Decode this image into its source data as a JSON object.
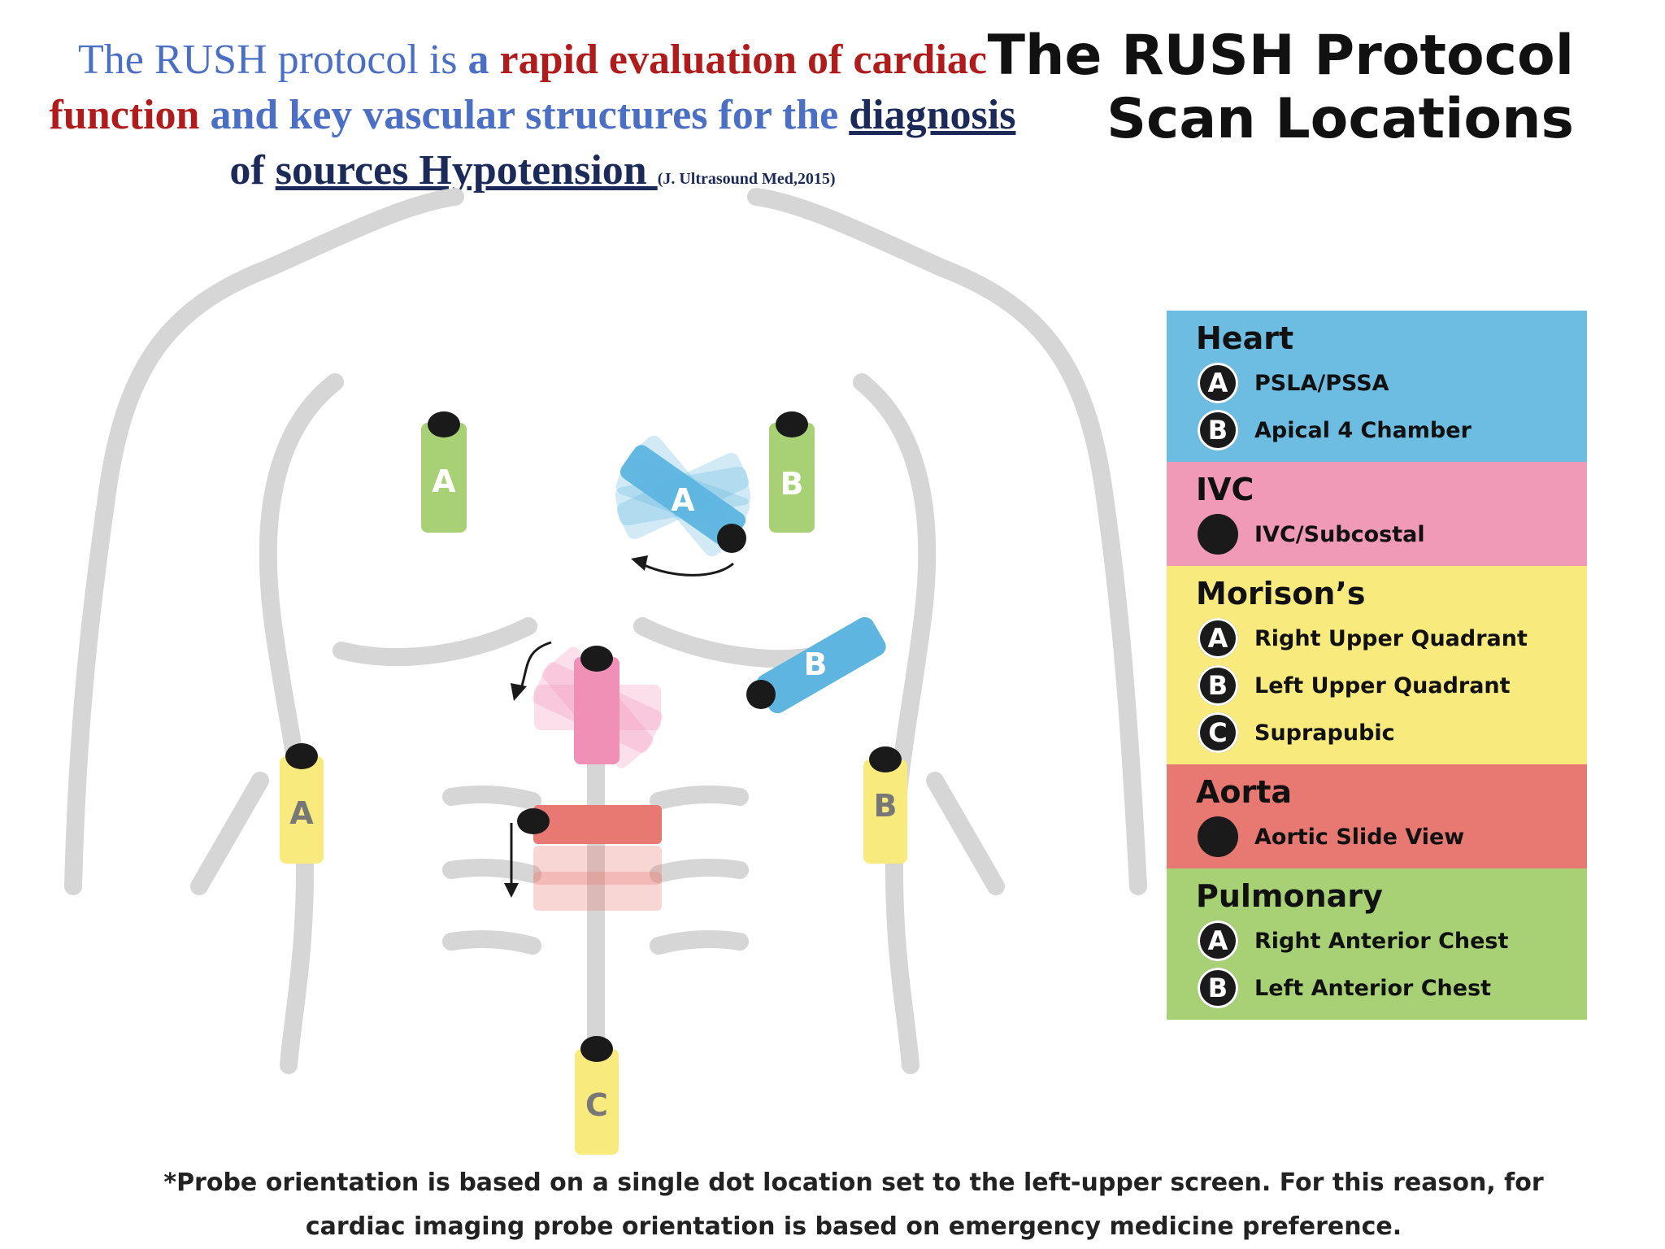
{
  "intro": {
    "part1": "The RUSH protocol is ",
    "part2": "a ",
    "part3": "rapid evaluation of cardiac function",
    "part4": " and key vascular structures for the ",
    "part5": "diagnosis",
    "part6": " of ",
    "part7": "sources Hypotension ",
    "citation": "(J. Ultrasound Med,2015)"
  },
  "title": {
    "line1": "The RUSH Protocol",
    "line2": "Scan Locations"
  },
  "legend": {
    "heart": {
      "title": "Heart",
      "color": "#6dbde3",
      "items": [
        {
          "badge": "A",
          "label": "PSLA/PSSA"
        },
        {
          "badge": "B",
          "label": "Apical 4 Chamber"
        }
      ]
    },
    "ivc": {
      "title": "IVC",
      "color": "#f19ab8",
      "items": [
        {
          "badge": "",
          "label": "IVC/Subcostal"
        }
      ]
    },
    "morison": {
      "title": "Morison’s",
      "color": "#f8ea7c",
      "items": [
        {
          "badge": "A",
          "label": "Right Upper Quadrant"
        },
        {
          "badge": "B",
          "label": "Left Upper Quadrant"
        },
        {
          "badge": "C",
          "label": "Suprapubic"
        }
      ]
    },
    "aorta": {
      "title": "Aorta",
      "color": "#e87872",
      "items": [
        {
          "badge": "",
          "label": "Aortic Slide View"
        }
      ]
    },
    "pulmonary": {
      "title": "Pulmonary",
      "color": "#a8d075",
      "items": [
        {
          "badge": "A",
          "label": "Right Anterior Chest"
        },
        {
          "badge": "B",
          "label": " Left Anterior Chest"
        }
      ]
    }
  },
  "probes": {
    "pulm_a": "A",
    "pulm_b": "B",
    "heart_a": "A",
    "heart_b": "B",
    "morison_a": "A",
    "morison_b": "B",
    "morison_c": "C"
  },
  "colors": {
    "body_outline": "#d6d6d6",
    "probe_dot": "#1a1a1a",
    "pulmonary": "#a8d075",
    "heart": "#5db5e0",
    "ivc": "#f090b6",
    "aorta": "#e87872",
    "morison": "#f8ea7c"
  },
  "footnote": {
    "line1": "*Probe orientation is based on a single dot location set to the left-upper screen. For this reason, for",
    "line2": "cardiac imaging probe orientation is based on emergency medicine preference."
  }
}
